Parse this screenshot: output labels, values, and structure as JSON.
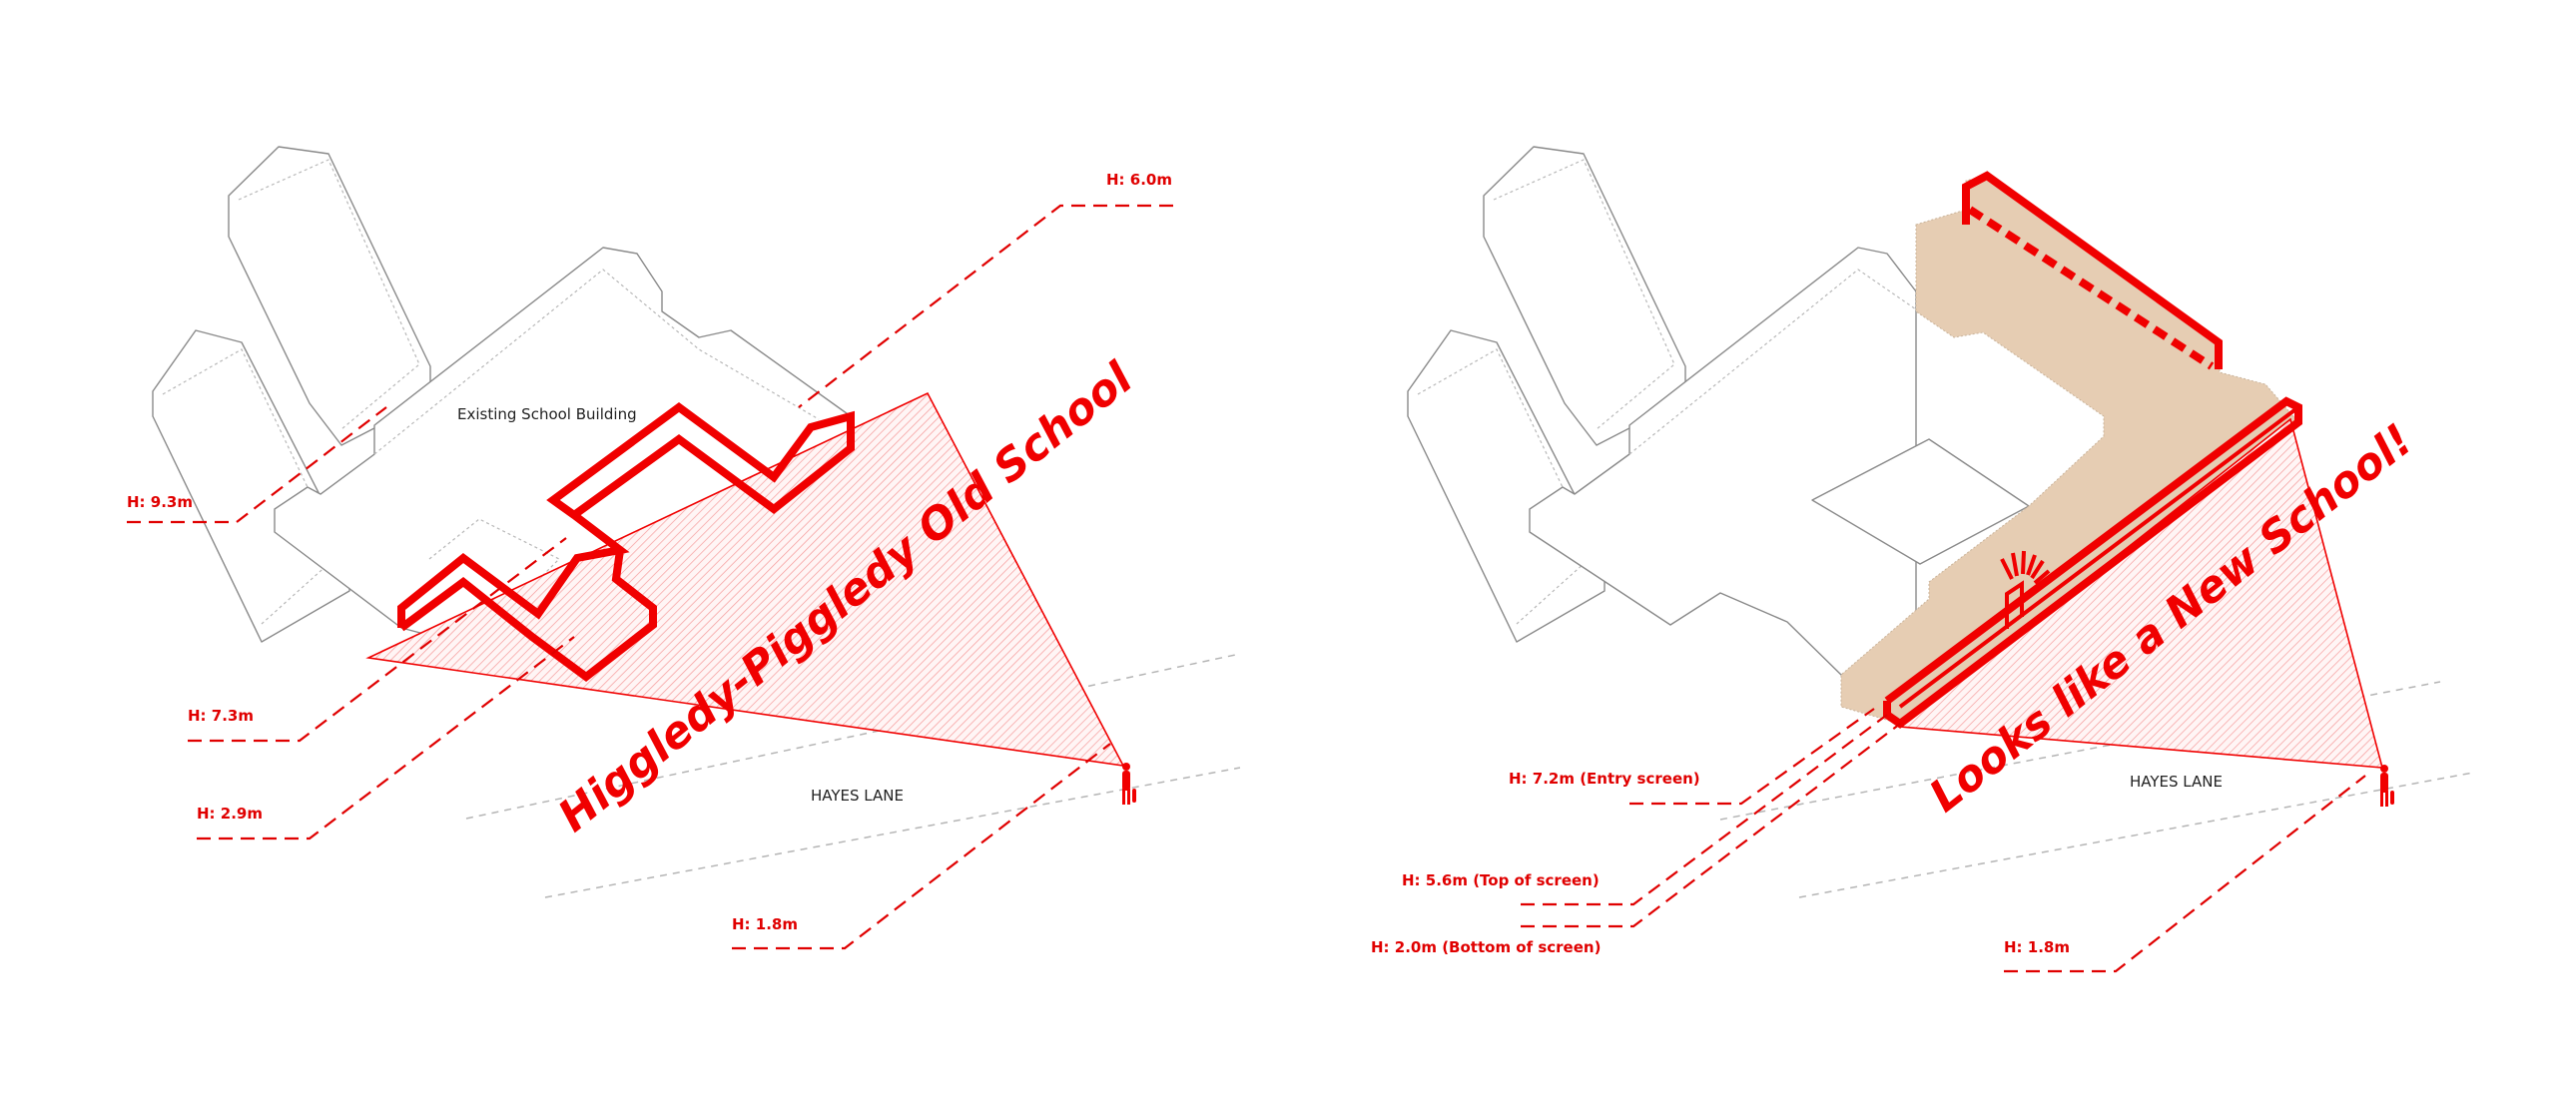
{
  "colors": {
    "accent_red": "#f00000",
    "screen_beige": "#e6cdb3",
    "building_gray": "#8a8a8a"
  },
  "left_panel": {
    "building_label": "Existing School Building",
    "road_label": "HAYES LANE",
    "headline": "Higgledy-Piggledy Old School",
    "heights": [
      "H: 6.0m",
      "H: 9.3m",
      "H: 7.3m",
      "H: 2.9m",
      "H: 1.8m"
    ]
  },
  "right_panel": {
    "road_label": "HAYES LANE",
    "headline": "Looks like a New School!",
    "heights": [
      "H: 7.2m (Entry screen)",
      "H: 5.6m (Top of screen)",
      "H: 2.0m (Bottom of screen)",
      "H: 1.8m"
    ]
  }
}
